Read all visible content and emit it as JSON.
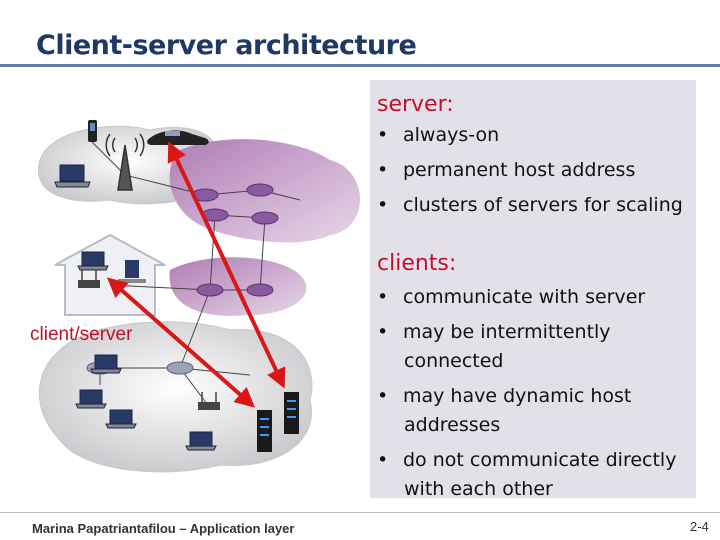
{
  "slide": {
    "title": "Client-server architecture",
    "diagram_label": "client/server",
    "server": {
      "heading": "server:",
      "bullets": [
        "always-on",
        "permanent host address",
        "clusters of servers for scaling"
      ]
    },
    "clients": {
      "heading": "clients:",
      "bullets": [
        [
          "communicate with server"
        ],
        [
          "may be intermittently",
          "connected"
        ],
        [
          "may have dynamic host",
          "addresses"
        ],
        [
          "do not communicate directly",
          "with each other"
        ]
      ]
    },
    "footer": "Marina Papatriantafilou – Application layer",
    "page_number": "2-4"
  },
  "colors": {
    "title": "#1f3864",
    "heading": "#c0102a",
    "arrow": "#d81818",
    "panel": "#e4e0ea"
  },
  "icons": [
    "smartphone-icon",
    "car-icon",
    "cell-tower-icon",
    "laptop-icon",
    "router-icon",
    "house-icon",
    "wifi-base-station-icon",
    "desktop-icon",
    "server-rack-icon"
  ]
}
